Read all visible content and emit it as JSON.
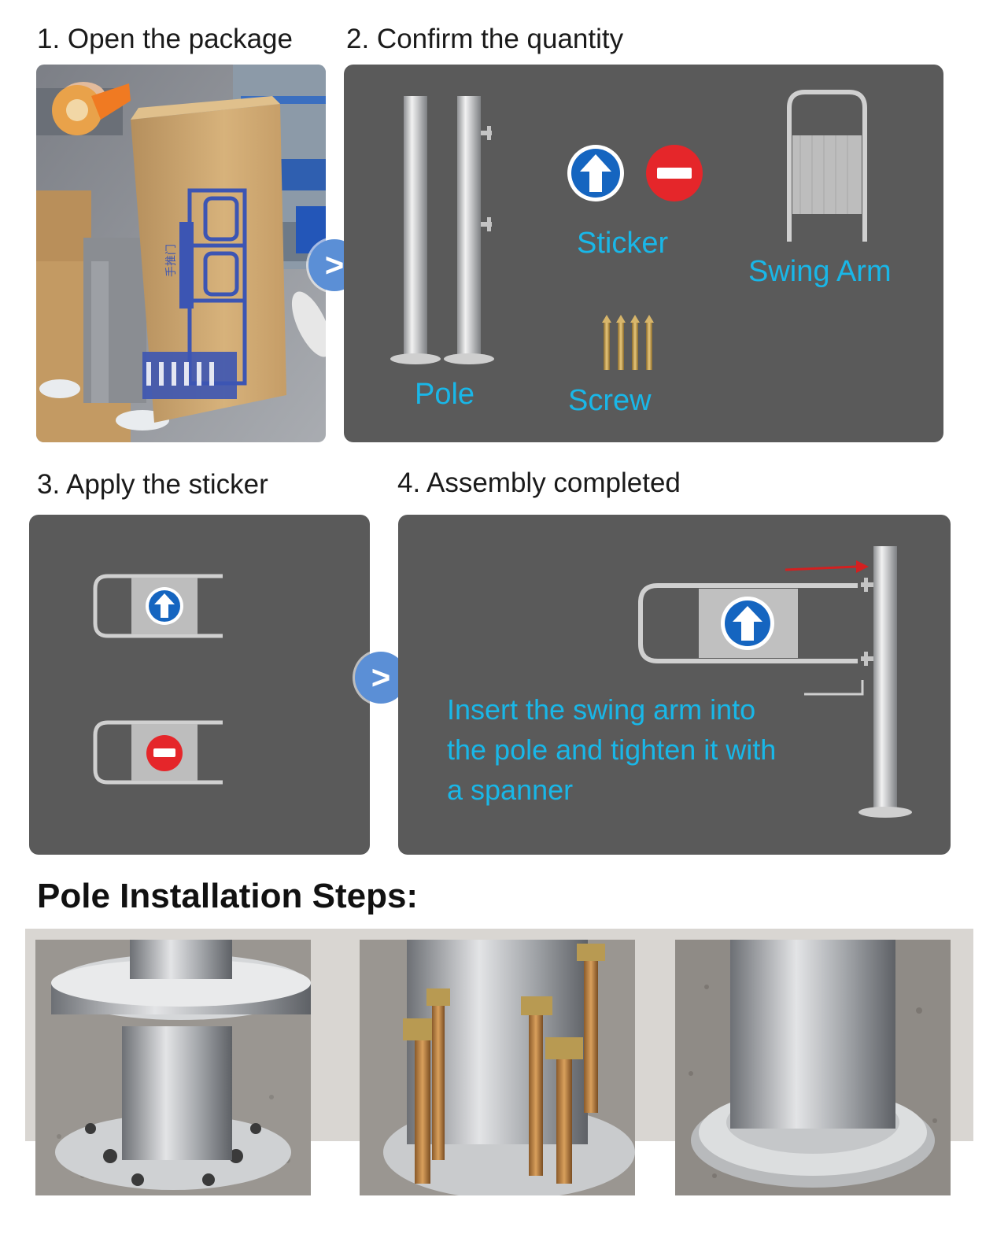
{
  "steps": {
    "step1": "1. Open the package",
    "step2": "2. Confirm the quantity",
    "step3": "3. Apply the sticker",
    "step4": "4. Assembly completed"
  },
  "parts": {
    "pole": "Pole",
    "sticker": "Sticker",
    "screw": "Screw",
    "swing_arm": "Swing Arm"
  },
  "instruction": {
    "line1": "Insert the swing arm into",
    "line2": "the pole and tighten it with",
    "line3": "a spanner"
  },
  "box_labels": {
    "vertical_text": "手推门"
  },
  "pole_section": {
    "title": "Pole Installation Steps:"
  },
  "next_symbol": ">",
  "colors": {
    "panel": "#5a5a5a",
    "label_cyan": "#19b7e8",
    "arrow_blue": "#5b8fd6",
    "entry_blue": "#1565c0",
    "stop_red": "#e5262a"
  },
  "icons": [
    "up-arrow-entry-icon",
    "no-entry-icon",
    "next-arrow-icon"
  ]
}
